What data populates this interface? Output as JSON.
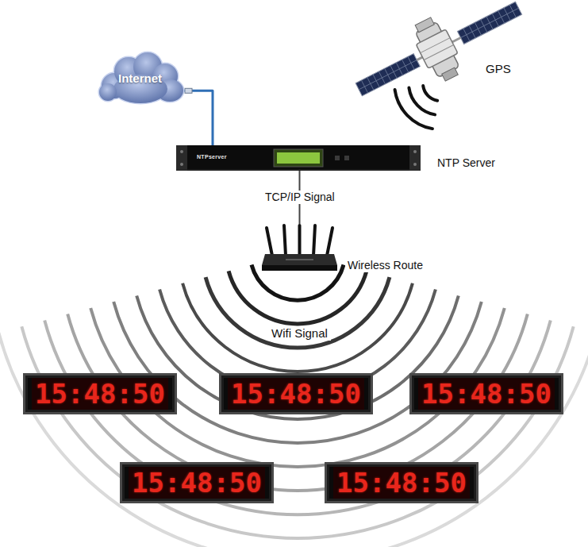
{
  "diagram": {
    "nodes": [
      {
        "text": [
          "Internet"
        ]
      },
      {
        "text": [
          "GPS"
        ]
      },
      {
        "text": [
          "NTPserver",
          "NTP Server"
        ]
      },
      {
        "text": [
          "Wireless Route"
        ]
      },
      {
        "text": [
          "15:48:50"
        ]
      },
      {
        "text": [
          "15:48:50"
        ]
      },
      {
        "text": [
          "15:48:50"
        ]
      },
      {
        "text": [
          "15:48:50"
        ]
      },
      {
        "text": [
          "15:48:50"
        ]
      }
    ],
    "edges": [
      {
        "from": 0,
        "to": 2,
        "arrow": "none"
      },
      {
        "from": 2,
        "to": 3,
        "label": "TCP/IP Signal",
        "arrow": "none"
      }
    ],
    "labels": [
      "Wifi Signal"
    ]
  }
}
